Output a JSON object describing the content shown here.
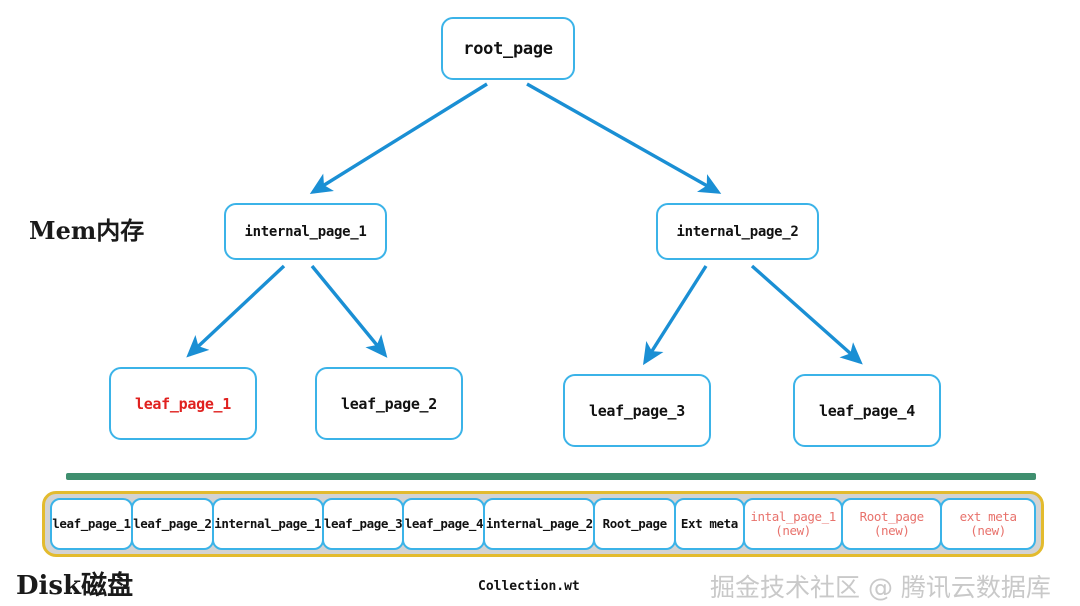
{
  "labels": {
    "mem": "Mem内存",
    "disk": "Disk磁盘",
    "collection": "Collection.wt",
    "watermark": "掘金技术社区 @ 腾讯云数据库"
  },
  "colors": {
    "node_border": "#3bb3e8",
    "arrow": "#1a8fd4",
    "divider_green": "#3f8f6f",
    "disk_border_gold": "#e3bb2e",
    "disk_fill_gray": "#d3d3d3",
    "highlight_red": "#e0211f",
    "new_salmon": "#e8726c"
  },
  "tree": {
    "root": {
      "label": "root_page"
    },
    "internal": [
      {
        "label": "internal_page_1"
      },
      {
        "label": "internal_page_2"
      }
    ],
    "leaves": [
      {
        "label": "leaf_page_1",
        "highlighted": true
      },
      {
        "label": "leaf_page_2",
        "highlighted": false
      },
      {
        "label": "leaf_page_3",
        "highlighted": false
      },
      {
        "label": "leaf_page_4",
        "highlighted": false
      }
    ]
  },
  "disk": {
    "cells": [
      {
        "main": "leaf_page_1",
        "sub": "",
        "new": false,
        "width": 88
      },
      {
        "main": "leaf_page_2",
        "sub": "",
        "new": false,
        "width": 88
      },
      {
        "main": "internal_page_1",
        "sub": "",
        "new": false,
        "width": 119
      },
      {
        "main": "leaf_page_3",
        "sub": "",
        "new": false,
        "width": 88
      },
      {
        "main": "leaf_page_4",
        "sub": "",
        "new": false,
        "width": 88
      },
      {
        "main": "internal_page_2",
        "sub": "",
        "new": false,
        "width": 119
      },
      {
        "main": "Root_page",
        "sub": "",
        "new": false,
        "width": 88
      },
      {
        "main": "Ext meta",
        "sub": "",
        "new": false,
        "width": 75
      },
      {
        "main": "intal_page_1",
        "sub": "(new)",
        "new": true,
        "width": 107
      },
      {
        "main": "Root_page",
        "sub": "(new)",
        "new": true,
        "width": 107
      },
      {
        "main": "ext meta",
        "sub": "(new)",
        "new": true,
        "width": 102
      }
    ]
  }
}
